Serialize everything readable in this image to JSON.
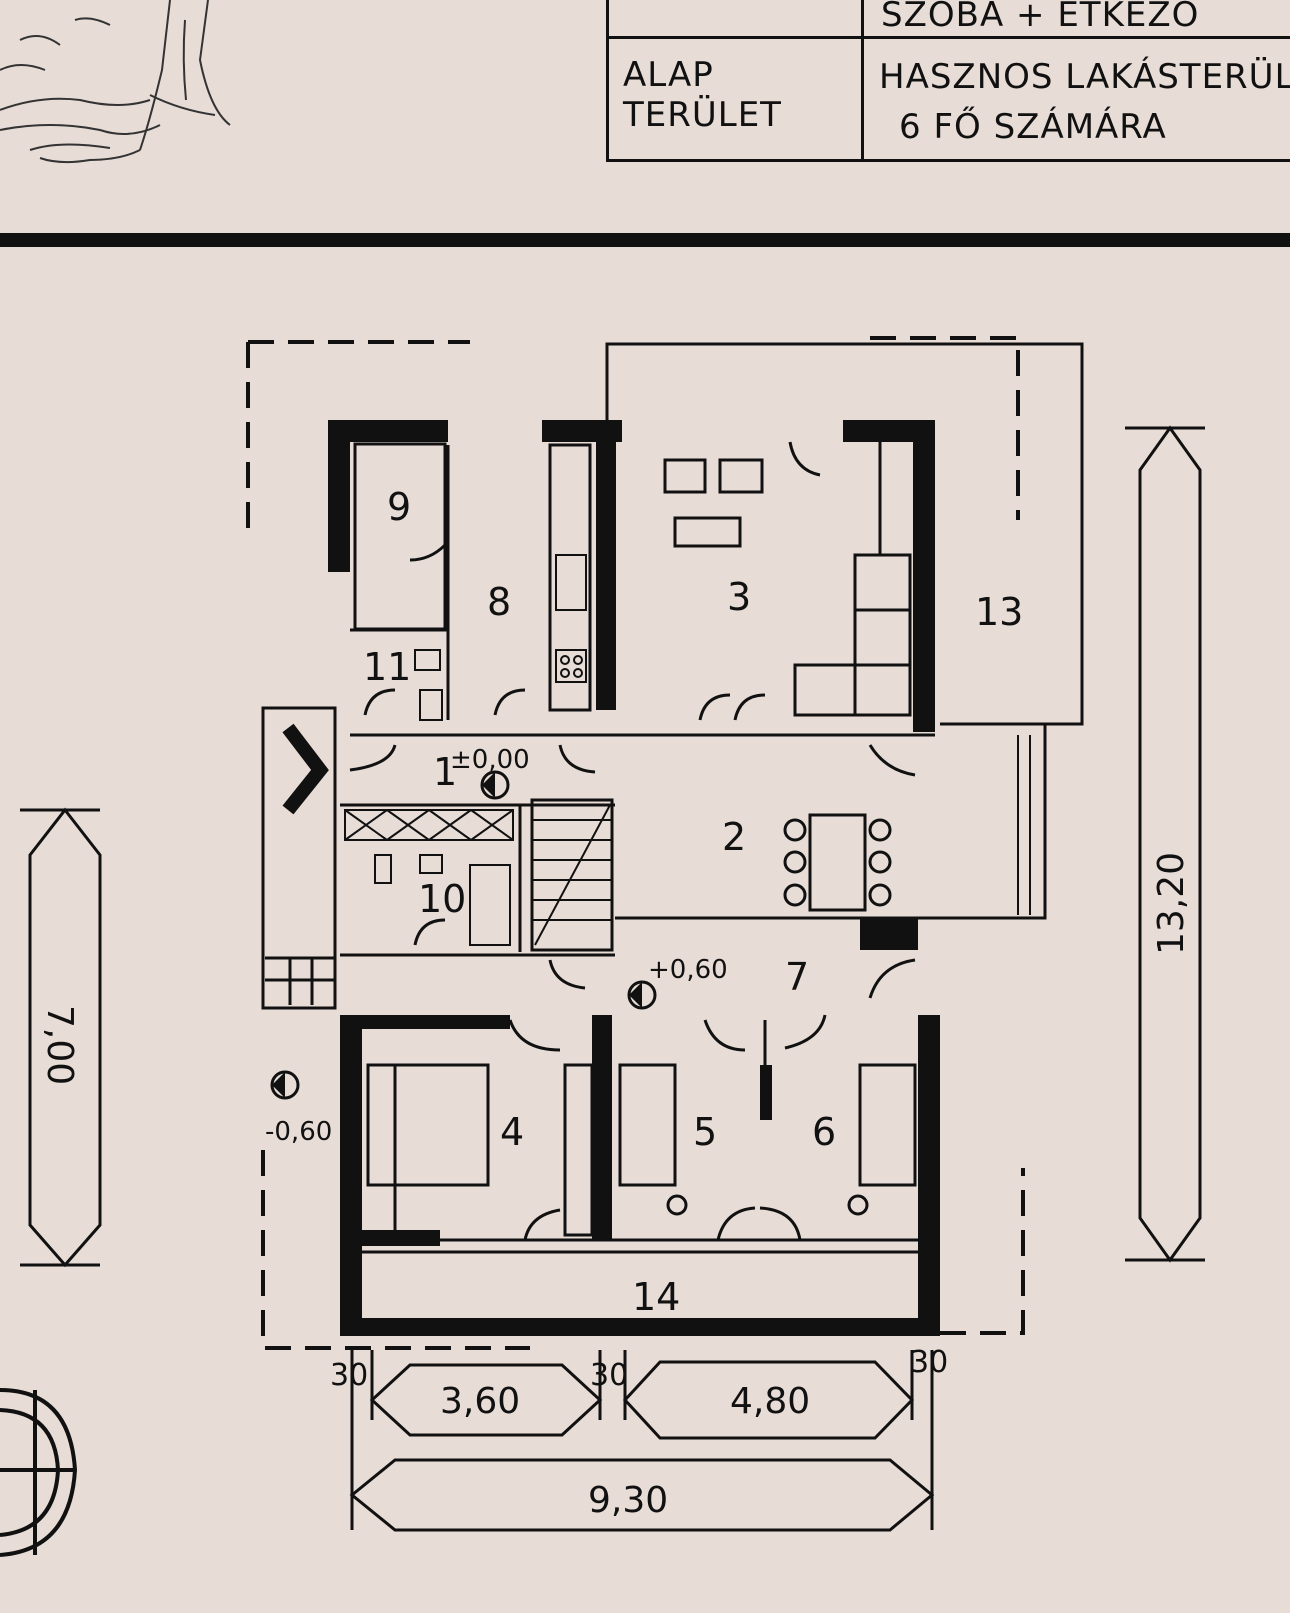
{
  "info_table": {
    "row1_right": "SZOBA + ÉTKEZŐ",
    "row2_left_line1": "ALAP",
    "row2_left_line2": "TERÜLET",
    "row2_right_line1": "HASZNOS LAKÁSTERÜL",
    "row2_right_line2": "6 FŐ SZÁMÁRA"
  },
  "rooms": {
    "r1": "1",
    "r2": "2",
    "r3": "3",
    "r4": "4",
    "r5": "5",
    "r6": "6",
    "r7": "7",
    "r8": "8",
    "r9": "9",
    "r10": "10",
    "r11": "11",
    "r13": "13",
    "r14": "14"
  },
  "levels": {
    "entry": "±0,00",
    "hall": "+0,60",
    "ground": "-0,60"
  },
  "dimensions": {
    "total_height": "13,20",
    "left_height": "7,00",
    "wall_left": "30",
    "wall_mid": "30",
    "wall_right": "30",
    "span_left": "3,60",
    "span_right": "4,80",
    "total_width": "9,30"
  },
  "colors": {
    "background": "#e7dcd6",
    "ink": "#111111"
  }
}
